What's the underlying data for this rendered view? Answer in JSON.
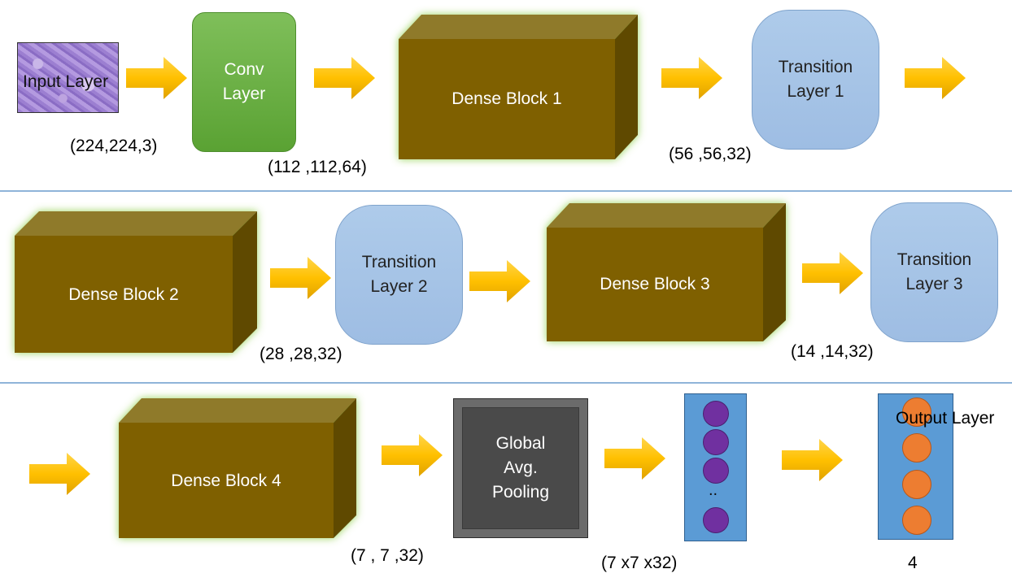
{
  "input": {
    "label": "Input Layer",
    "shape": "(224,224,3)"
  },
  "conv": {
    "line1": "Conv",
    "line2": "Layer",
    "shape": "(112 ,112,64)"
  },
  "dense1": {
    "label": "Dense Block 1",
    "shape": "(56 ,56,32)"
  },
  "trans1": {
    "line1": "Transition",
    "line2": "Layer 1"
  },
  "dense2": {
    "label": "Dense Block 2",
    "shape": "(28 ,28,32)"
  },
  "trans2": {
    "line1": "Transition",
    "line2": "Layer 2"
  },
  "dense3": {
    "label": "Dense Block 3",
    "shape": "(14 ,14,32)"
  },
  "trans3": {
    "line1": "Transition",
    "line2": "Layer 3"
  },
  "dense4": {
    "label": "Dense Block 4",
    "shape": "(7 , 7 ,32)"
  },
  "gap": {
    "line1": "Global",
    "line2": "Avg.",
    "line3": "Pooling",
    "shape": "(7 x7 x32)"
  },
  "fc": {
    "ellipsis": ".."
  },
  "output": {
    "label": "Output Layer",
    "count": "4"
  },
  "colors": {
    "arrow": "#ffc000",
    "dense_front": "#7f6000",
    "dense_glow": "#92d050",
    "transition": "#9dc3e6",
    "conv": "#70ad47",
    "neuron_hidden": "#7030a0",
    "neuron_output": "#ed7d31"
  }
}
